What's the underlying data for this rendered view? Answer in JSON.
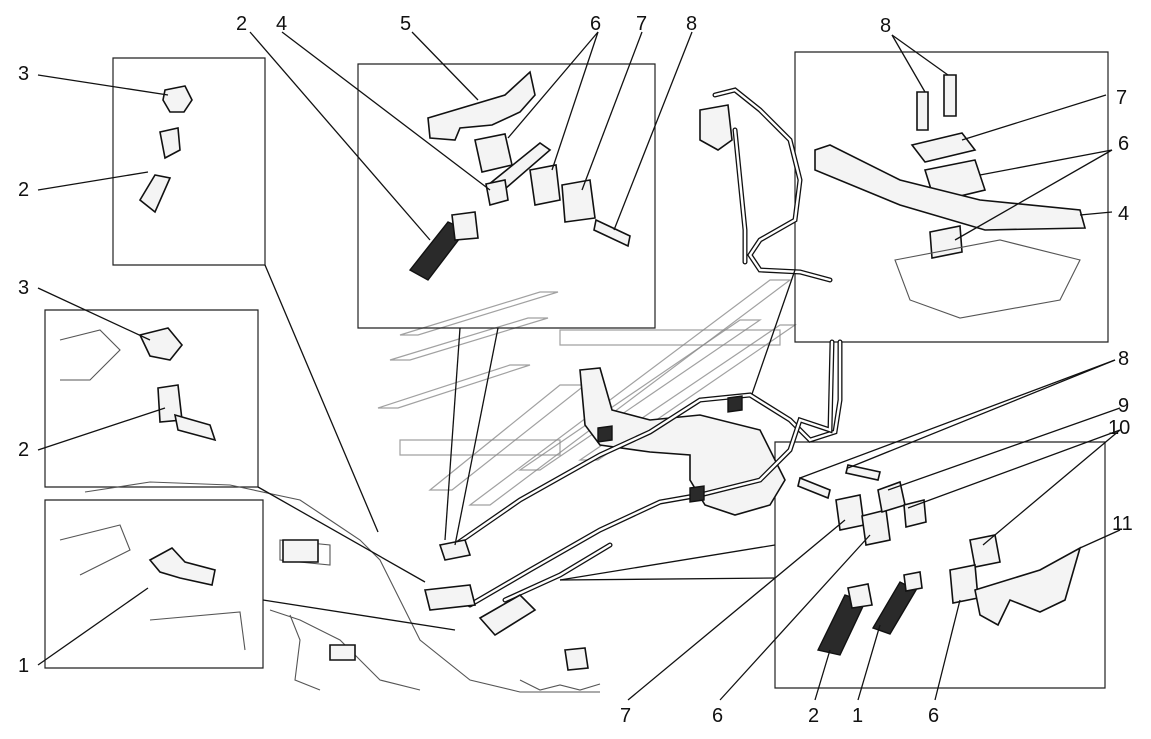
{
  "diagram": {
    "callouts": [
      {
        "id": "c3a",
        "text": "3"
      },
      {
        "id": "c2a",
        "text": "2"
      },
      {
        "id": "c3b",
        "text": "3"
      },
      {
        "id": "c2b",
        "text": "2"
      },
      {
        "id": "c1a",
        "text": "1"
      },
      {
        "id": "c2c",
        "text": "2"
      },
      {
        "id": "c4a",
        "text": "4"
      },
      {
        "id": "c5",
        "text": "5"
      },
      {
        "id": "c6a",
        "text": "6"
      },
      {
        "id": "c7a",
        "text": "7"
      },
      {
        "id": "c8a",
        "text": "8"
      },
      {
        "id": "c8b",
        "text": "8"
      },
      {
        "id": "c7b",
        "text": "7"
      },
      {
        "id": "c6b",
        "text": "6"
      },
      {
        "id": "c4b",
        "text": "4"
      },
      {
        "id": "c8c",
        "text": "8"
      },
      {
        "id": "c9",
        "text": "9"
      },
      {
        "id": "c10",
        "text": "10"
      },
      {
        "id": "c11",
        "text": "11"
      },
      {
        "id": "c7c",
        "text": "7"
      },
      {
        "id": "c6c",
        "text": "6"
      },
      {
        "id": "c2d",
        "text": "2"
      },
      {
        "id": "c1b",
        "text": "1"
      },
      {
        "id": "c6d",
        "text": "6"
      }
    ]
  }
}
